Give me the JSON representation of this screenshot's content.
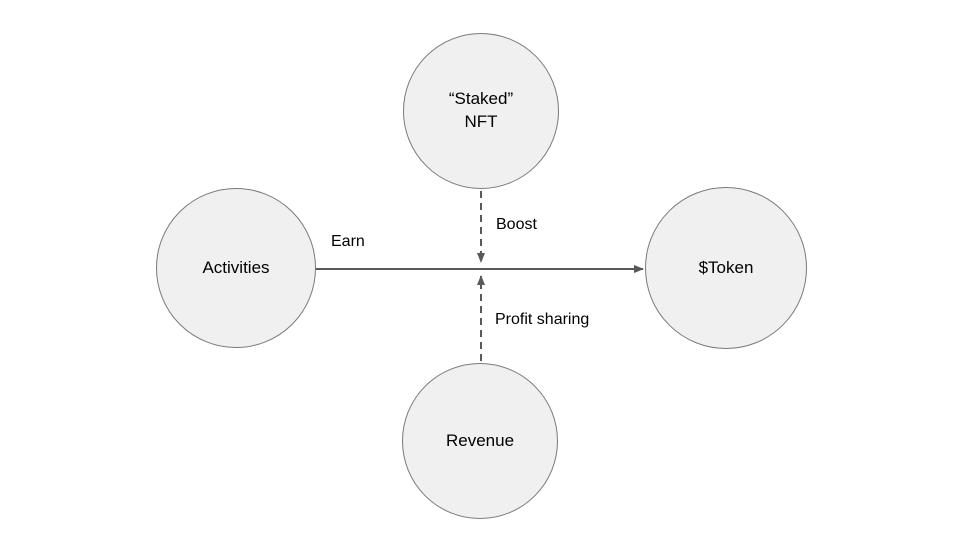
{
  "diagram": {
    "nodes": {
      "staked_nft": {
        "label": "“Staked”\nNFT"
      },
      "activities": {
        "label": "Activities"
      },
      "token": {
        "label": "$Token"
      },
      "revenue": {
        "label": "Revenue"
      }
    },
    "edges": {
      "earn": {
        "label": "Earn",
        "style": "solid",
        "from": "Activities",
        "to": "$Token"
      },
      "boost": {
        "label": "Boost",
        "style": "dashed",
        "from": "“Staked” NFT",
        "to": "Earn arrow"
      },
      "profit_sharing": {
        "label": "Profit sharing",
        "style": "dashed",
        "from": "Revenue",
        "to": "Earn arrow"
      }
    },
    "colors": {
      "background": "#ffffff",
      "node_fill": "#f0f0f0",
      "node_border": "#7a7a7a",
      "edge": "#595959",
      "text": "#000000"
    }
  }
}
